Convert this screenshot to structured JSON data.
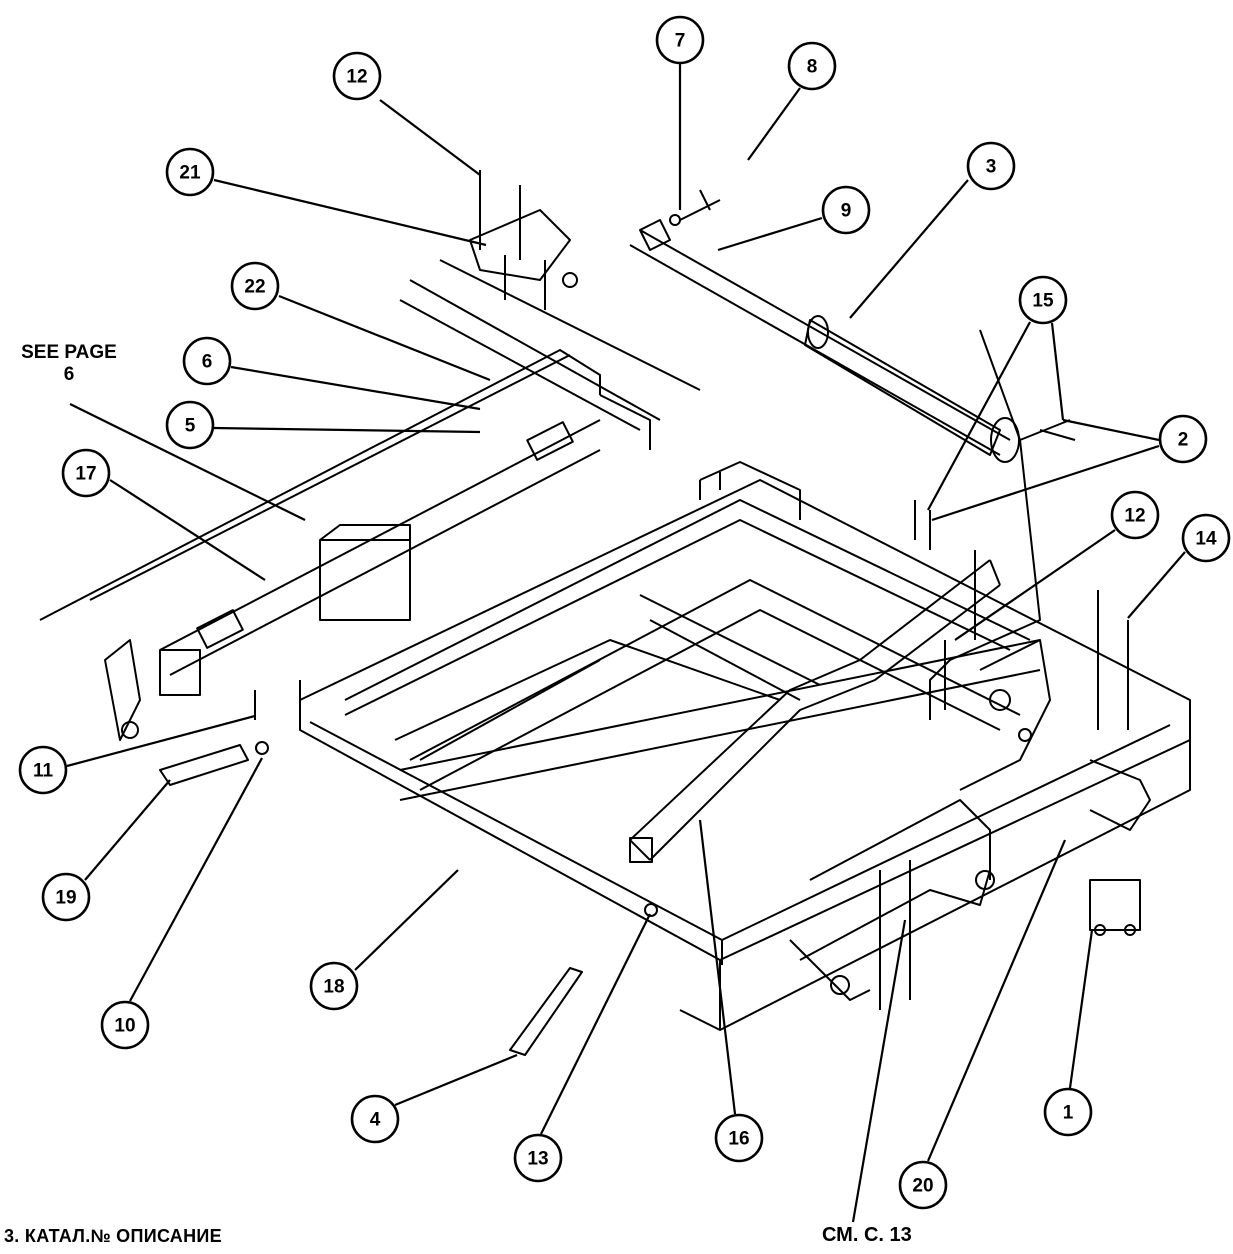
{
  "callouts": [
    {
      "num": "12"
    },
    {
      "num": "21"
    },
    {
      "num": "7"
    },
    {
      "num": "8"
    },
    {
      "num": "9"
    },
    {
      "num": "3"
    },
    {
      "num": "22"
    },
    {
      "num": "6"
    },
    {
      "num": "5"
    },
    {
      "num": "15"
    },
    {
      "num": "2"
    },
    {
      "num": "17"
    },
    {
      "num": "12"
    },
    {
      "num": "14"
    },
    {
      "num": "11"
    },
    {
      "num": "19"
    },
    {
      "num": "10"
    },
    {
      "num": "18"
    },
    {
      "num": "4"
    },
    {
      "num": "13"
    },
    {
      "num": "16"
    },
    {
      "num": "20"
    },
    {
      "num": "1"
    }
  ],
  "notes": {
    "see_page": "SEE PAGE 6",
    "footer_left": "3. КАТАЛ.№ ОПИСАНИЕ",
    "footer_right": "СМ. С. 13"
  },
  "colors": {
    "line": "#000000",
    "background": "#ffffff"
  }
}
